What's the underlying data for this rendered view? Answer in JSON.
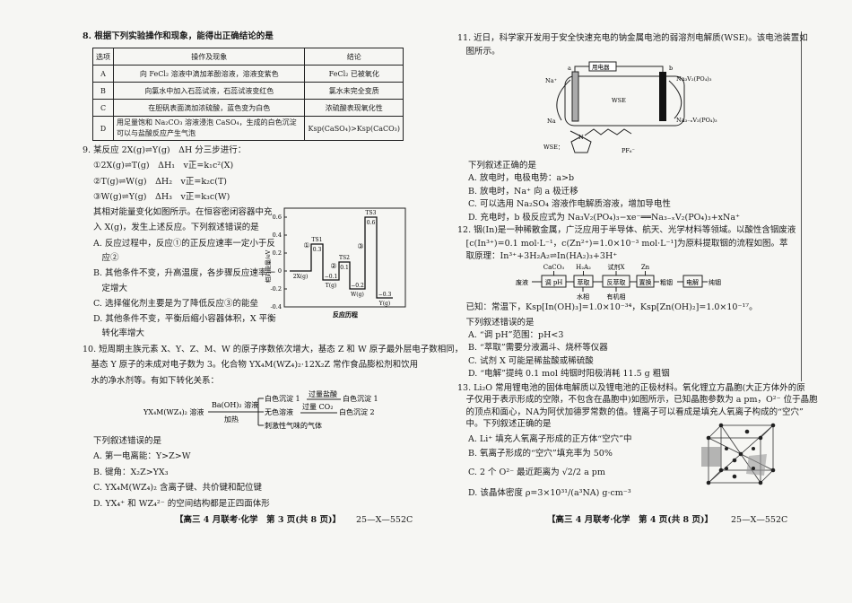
{
  "left": {
    "q8": {
      "title": "8. 根据下列实验操作和现象，能得出正确结论的是",
      "headers": [
        "选项",
        "操作及现象",
        "结论"
      ],
      "rows": [
        [
          "A",
          "向 FeCl₂ 溶液中滴加苯酚溶液，溶液变紫色",
          "FeCl₂ 已被氧化"
        ],
        [
          "B",
          "向氯水中加入石蕊试液，石蕊试液变红色",
          "氯水未完全变质"
        ],
        [
          "C",
          "在胆矾表面滴加浓硫酸，蓝色变为白色",
          "浓硫酸表现氧化性"
        ],
        [
          "D",
          "用足量饱和 Na₂CO₃ 溶液浸泡 CaSO₄，生成的白色沉淀可以与盐酸反应产生气泡",
          "Ksp(CaSO₄)>Ksp(CaCO₃)"
        ]
      ]
    },
    "q9": {
      "title": "9. 某反应 2X(g)⇌Y(g)　ΔH 分三步进行：",
      "steps": [
        "①2X(g)⇌T(g)　ΔH₁　v正=k₁c²(X)",
        "②T(g)⇌W(g)　ΔH₂　v正=k₂c(T)",
        "③W(g)⇌Y(g)　ΔH₃　v正=k₃c(W)"
      ],
      "lines": [
        "其相对能量变化如图所示。在恒容密闭容器中充",
        "入 X(g)，发生上述反应。下列叙述错误的是"
      ],
      "options": [
        "A. 反应过程中，反应①的正反应速率一定小于反",
        "　应②",
        "B. 其他条件不变，升高温度，各步骤反应速率一",
        "　定增大",
        "C. 选择催化剂主要是为了降低反应③的能垒",
        "D. 其他条件不变，平衡后缩小容器体积，X 平衡",
        "　转化率增大"
      ],
      "figure": {
        "ylabel": "相对能量/eV",
        "xlabel": "反应历程",
        "yticks": [
          "0.6",
          "0.4",
          "0.2",
          "0",
          "-0.2",
          "-0.4"
        ],
        "levels": [
          {
            "label": "2X(g)",
            "value": 0
          },
          {
            "label": "TS1",
            "value": 0.3
          },
          {
            "label": "T(g)",
            "value": -0.1
          },
          {
            "label": "TS2",
            "value": 0.1
          },
          {
            "label": "W(g)",
            "value": -0.2
          },
          {
            "label": "TS3",
            "value": 0.6
          },
          {
            "label": "Y(g)",
            "value": -0.3
          }
        ],
        "value_labels": [
          "0.3",
          "−0.1",
          "0.1",
          "−0.2",
          "0.6",
          "−0.3"
        ],
        "step_marks": [
          "①",
          "②",
          "③"
        ]
      }
    },
    "q10": {
      "lines": [
        "10. 短周期主族元素 X、Y、Z、M、W 的原子序数依次增大，基态 Z 和 W 原子最外层电子数相同，",
        "　基态 Y 原子的未成对电子数为 3。化合物 YX₄M(WZ₄)₂·12X₂Z 常作食品膨松剂和饮用",
        "　水的净水剂等。有如下转化关系："
      ],
      "flow": {
        "start": "YX₄M(WZ₄)₂ 溶液",
        "reagent": "Ba(OH)₂ 溶液",
        "condition": "加热",
        "b1": "白色沉淀 1",
        "b1r": "过量盐酸",
        "b1p": "白色沉淀 1",
        "b2": "无色溶液",
        "b2r": "过量 CO₂",
        "b2p": "白色沉淀 2",
        "b3": "刺激性气味的气体"
      },
      "prompt": "下列叙述错误的是",
      "options": [
        "A. 第一电离能：Y>Z>W",
        "B. 键角：X₂Z>YX₃",
        "C. YX₄M(WZ₄)₂ 含离子键、共价键和配位键",
        "D. YX₄⁺ 和 WZ₄²⁻ 的空间结构都是正四面体形"
      ]
    },
    "footer": "【高三 4 月联考·化学　第 3 页(共 8 页)】",
    "code": "25—X—552C"
  },
  "right": {
    "q11": {
      "lines": [
        "11. 近日，科学家开发用于安全快速充电的钠金属电池的弱溶剂电解质(WSE)。该电池装置如",
        "　图所示。"
      ],
      "figure": {
        "device": "用电器",
        "a": "a",
        "b": "b",
        "na_plus": "Na⁺",
        "na": "Na",
        "wse": "WSE",
        "r1": "Na₃V₂(PO₄)₃",
        "r2": "Na₃₋ₓV₂(PO₄)₃",
        "wse_label": "WSE：",
        "pf6": "PF₆⁻",
        "n": "N"
      },
      "prompt": "下列叙述正确的是",
      "options": [
        "A. 放电时，电极电势：a>b",
        "B. 放电时，Na⁺ 向 a 极迁移",
        "C. 可以选用 Na₂SO₄ 溶液作电解质溶液，增加导电性",
        "D. 充电时，b 极反应式为 Na₃V₂(PO₄)₃−xe⁻══Na₃₋ₓV₂(PO₄)₃+xNa⁺"
      ]
    },
    "q12": {
      "lines": [
        "12. 铟(In)是一种稀散金属，广泛应用于半导体、航天、光学材料等领域。以酸性含铟废液",
        "　[c(In³⁺)=0.1 mol·L⁻¹，c(Zn²⁺)=1.0×10⁻³ mol·L⁻¹]为原料提取铟的流程如图。萃",
        "　取原理：In³⁺+3H₂A₂⇌In(HA₂)₃+3H⁺"
      ],
      "flow": {
        "start": "废液",
        "steps": [
          "调 pH",
          "萃取",
          "反萃取",
          "置换"
        ],
        "inputs": [
          "CaCO₃",
          "H₂A₂",
          "试剂X",
          "Zn"
        ],
        "outputs": [
          "水相",
          "有机相"
        ],
        "mid": "粗铟",
        "last": "电解",
        "end": "纯铟"
      },
      "known": "　已知：常温下，Ksp[In(OH)₃]=1.0×10⁻³⁴，Ksp[Zn(OH)₂]=1.0×10⁻¹⁷。",
      "prompt": "　下列叙述错误的是",
      "options": [
        "A. “调 pH”范围：pH<3",
        "B. “萃取”需要分液漏斗、烧杯等仪器",
        "C. 试剂 X 可能是稀盐酸或稀硫酸",
        "D. “电解”提纯 0.1 mol 纯铟时阳极消耗 11.5 g 粗铟"
      ]
    },
    "q13": {
      "lines": [
        "13. Li₂O 常用锂电池的固体电解质以及锂电池的正极材料。氧化锂立方晶胞(大正方体外的原",
        "　子仅用于表示形成的空隙，不包含在晶胞中)如图所示，已知晶胞参数为 a pm，O²⁻ 位于晶胞",
        "　的顶点和面心，NA为阿伏加德罗常数的值。锂离子可以看成是填充人氧离子构成的“空穴”",
        "　中。下列叙述正确的是"
      ],
      "options": [
        "A. Li⁺ 填充人氧离子形成的正方体“空穴”中",
        "B. 氧离子形成的“空穴”填充率为 50%",
        "C. 2 个 O²⁻ 最近距离为 √2/2 a pm",
        "D. 该晶体密度 ρ=3×10³¹/(a³NA) g·cm⁻³"
      ]
    },
    "footer": "【高三 4 月联考·化学　第 4 页(共 8 页)】",
    "code": "25—X—552C"
  }
}
